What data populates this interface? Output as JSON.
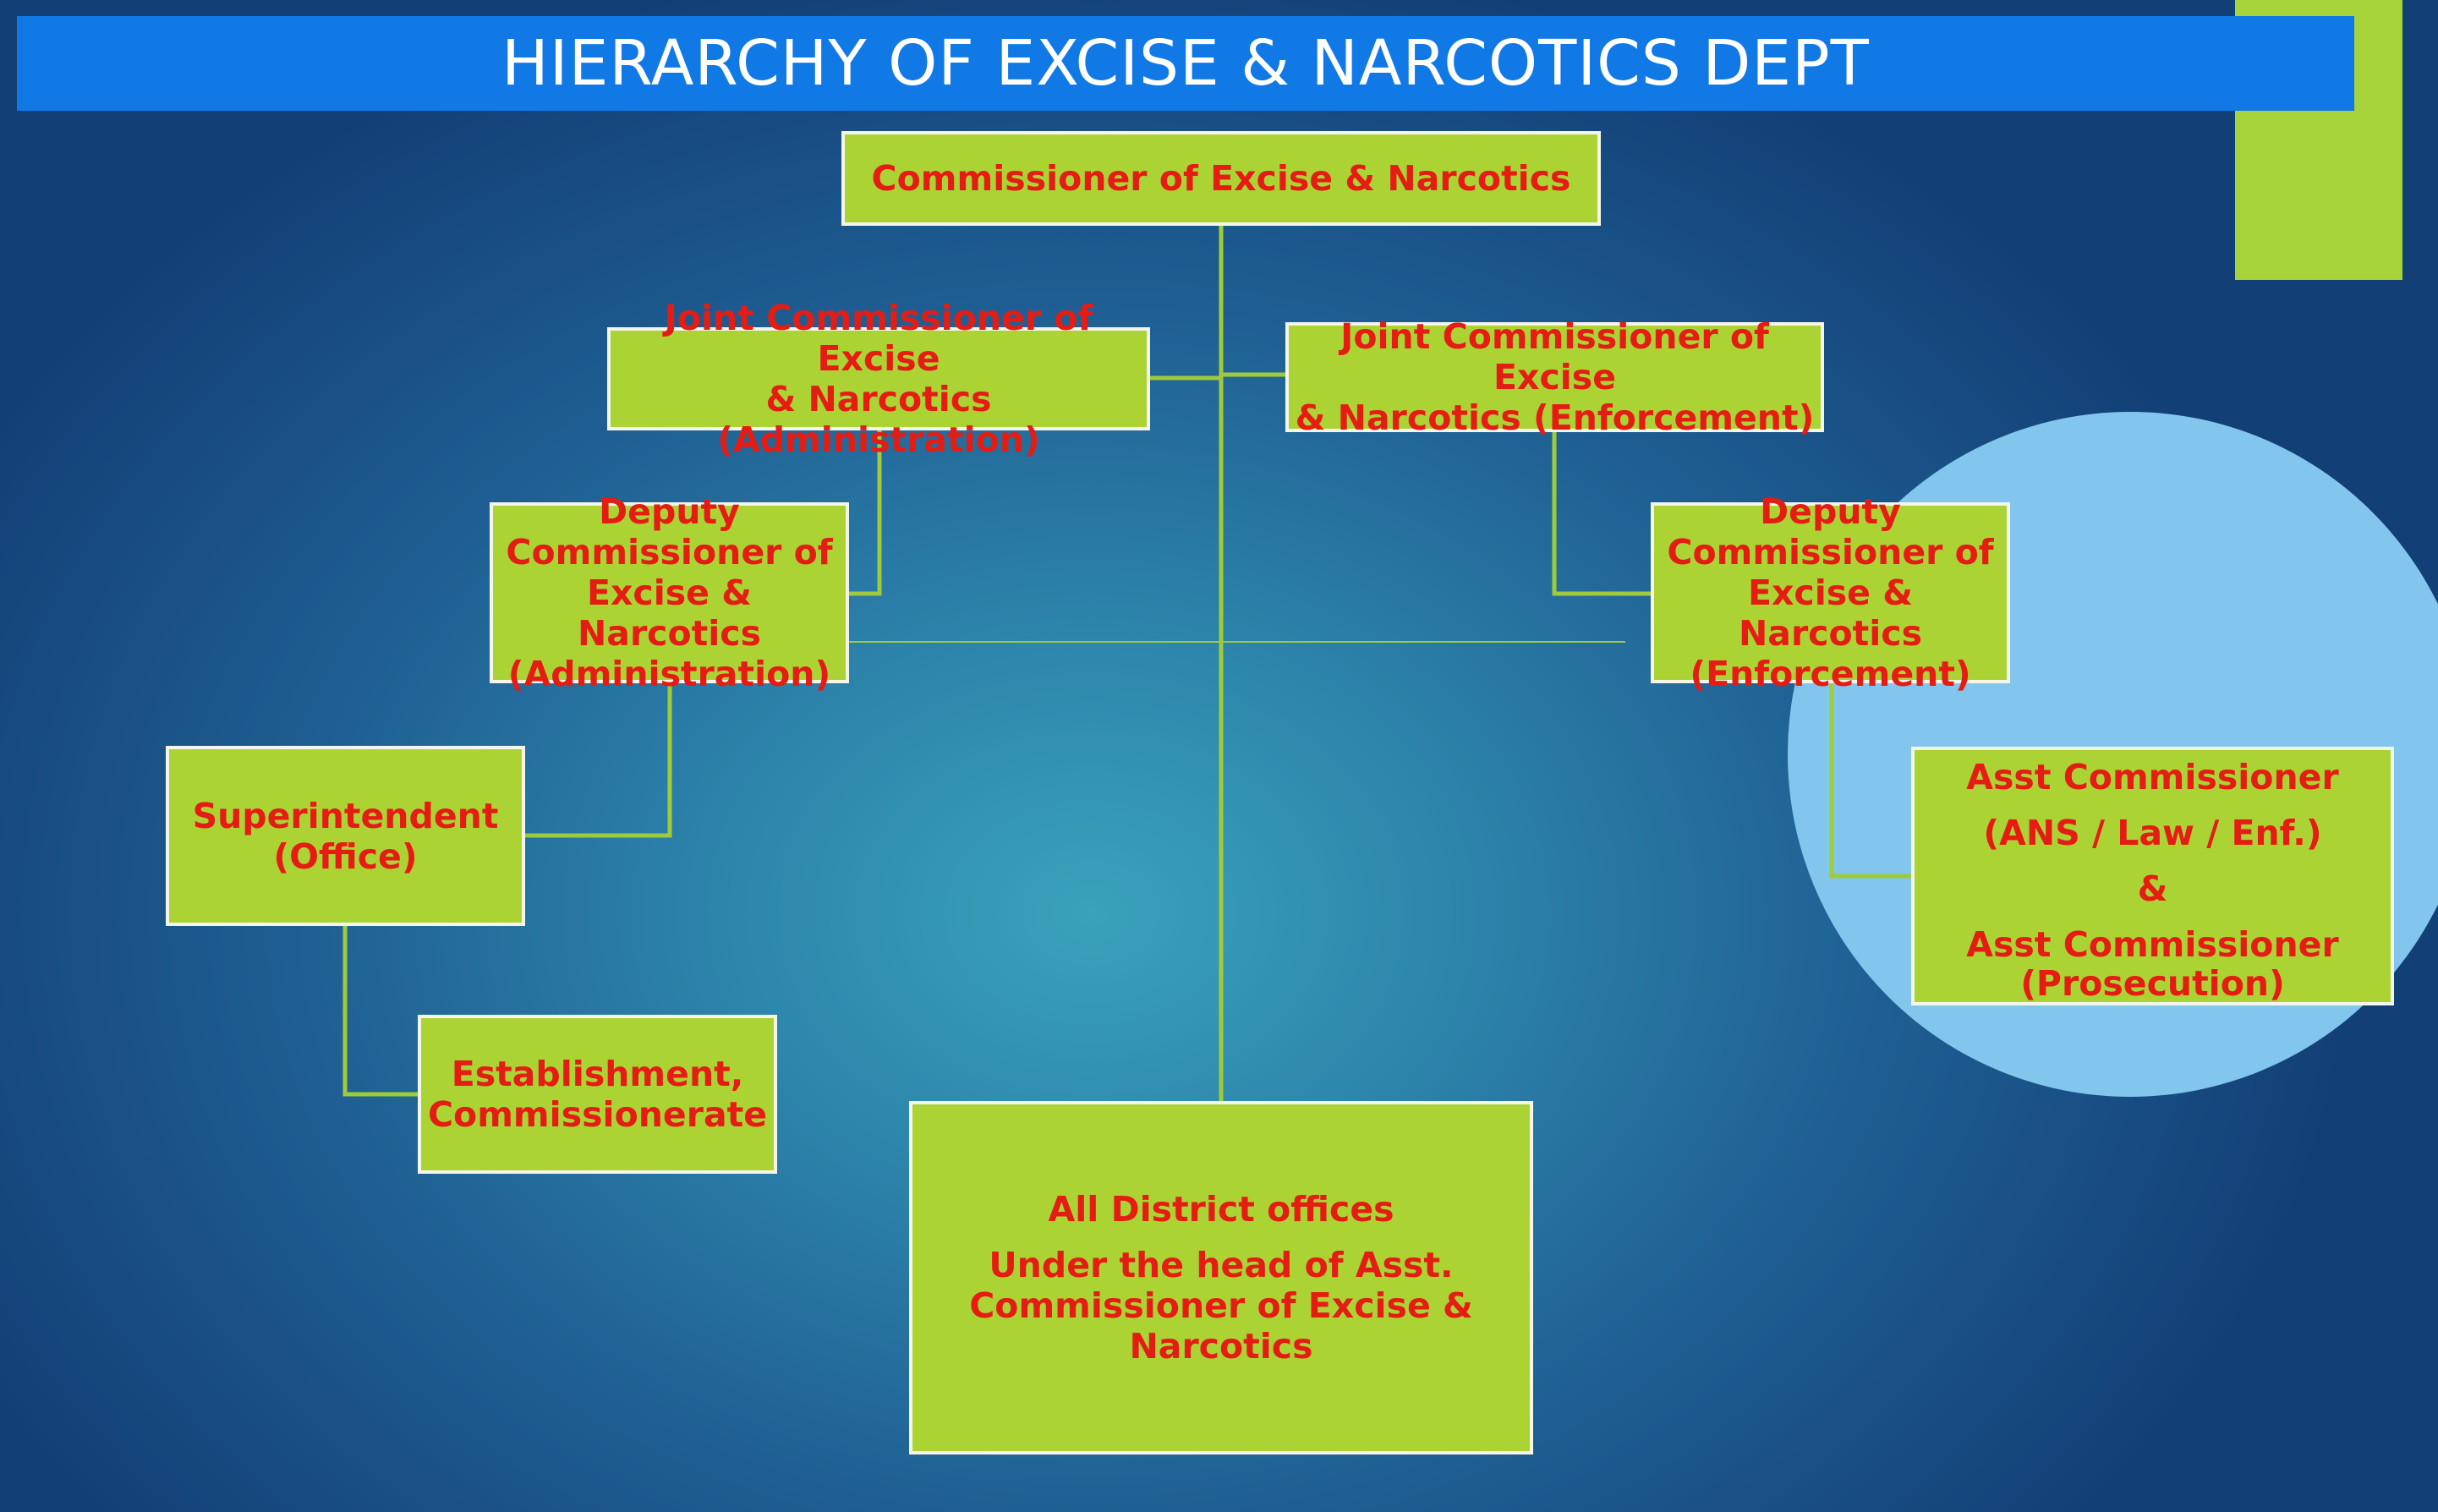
{
  "slide": {
    "title": "HIERARCHY OF EXCISE & NARCOTICS DEPT",
    "colors": {
      "title_bar": "#1079e5",
      "box_fill": "#acd334",
      "box_text": "#e51c14",
      "box_border": "#f4f6ec",
      "connector": "#9fcb3a",
      "accent": "#a6d23a",
      "circle": "#82c6ee",
      "background_center": "#3aa2bb",
      "background_edge": "#123f76"
    }
  },
  "chart": {
    "commissioner": {
      "line1": "Commissioner of Excise & Narcotics"
    },
    "jc_admin": {
      "line1": "Joint Commissioner of Excise",
      "line2": "& Narcotics (Administration)"
    },
    "jc_enf": {
      "line1": "Joint Commissioner of Excise",
      "line2": "& Narcotics (Enforcement)"
    },
    "dc_admin": {
      "line1": "Deputy",
      "line2": "Commissioner of",
      "line3": "Excise & Narcotics",
      "line4": "(Administration)"
    },
    "dc_enf": {
      "line1": "Deputy",
      "line2": "Commissioner of",
      "line3": "Excise & Narcotics",
      "line4": "(Enforcement)"
    },
    "superintendent": {
      "line1": "Superintendent",
      "line2": "(Office)"
    },
    "establishment": {
      "line1": "Establishment,",
      "line2": "Commissionerate"
    },
    "asst_comm": {
      "line1": "Asst Commissioner",
      "line2": "(ANS / Law / Enf.)",
      "line3": "&",
      "line4": "Asst Commissioner",
      "line5": "(Prosecution)"
    },
    "district": {
      "line1": "All District offices",
      "line2": "Under the head of Asst.",
      "line3": "Commissioner of Excise &",
      "line4": "Narcotics"
    }
  }
}
